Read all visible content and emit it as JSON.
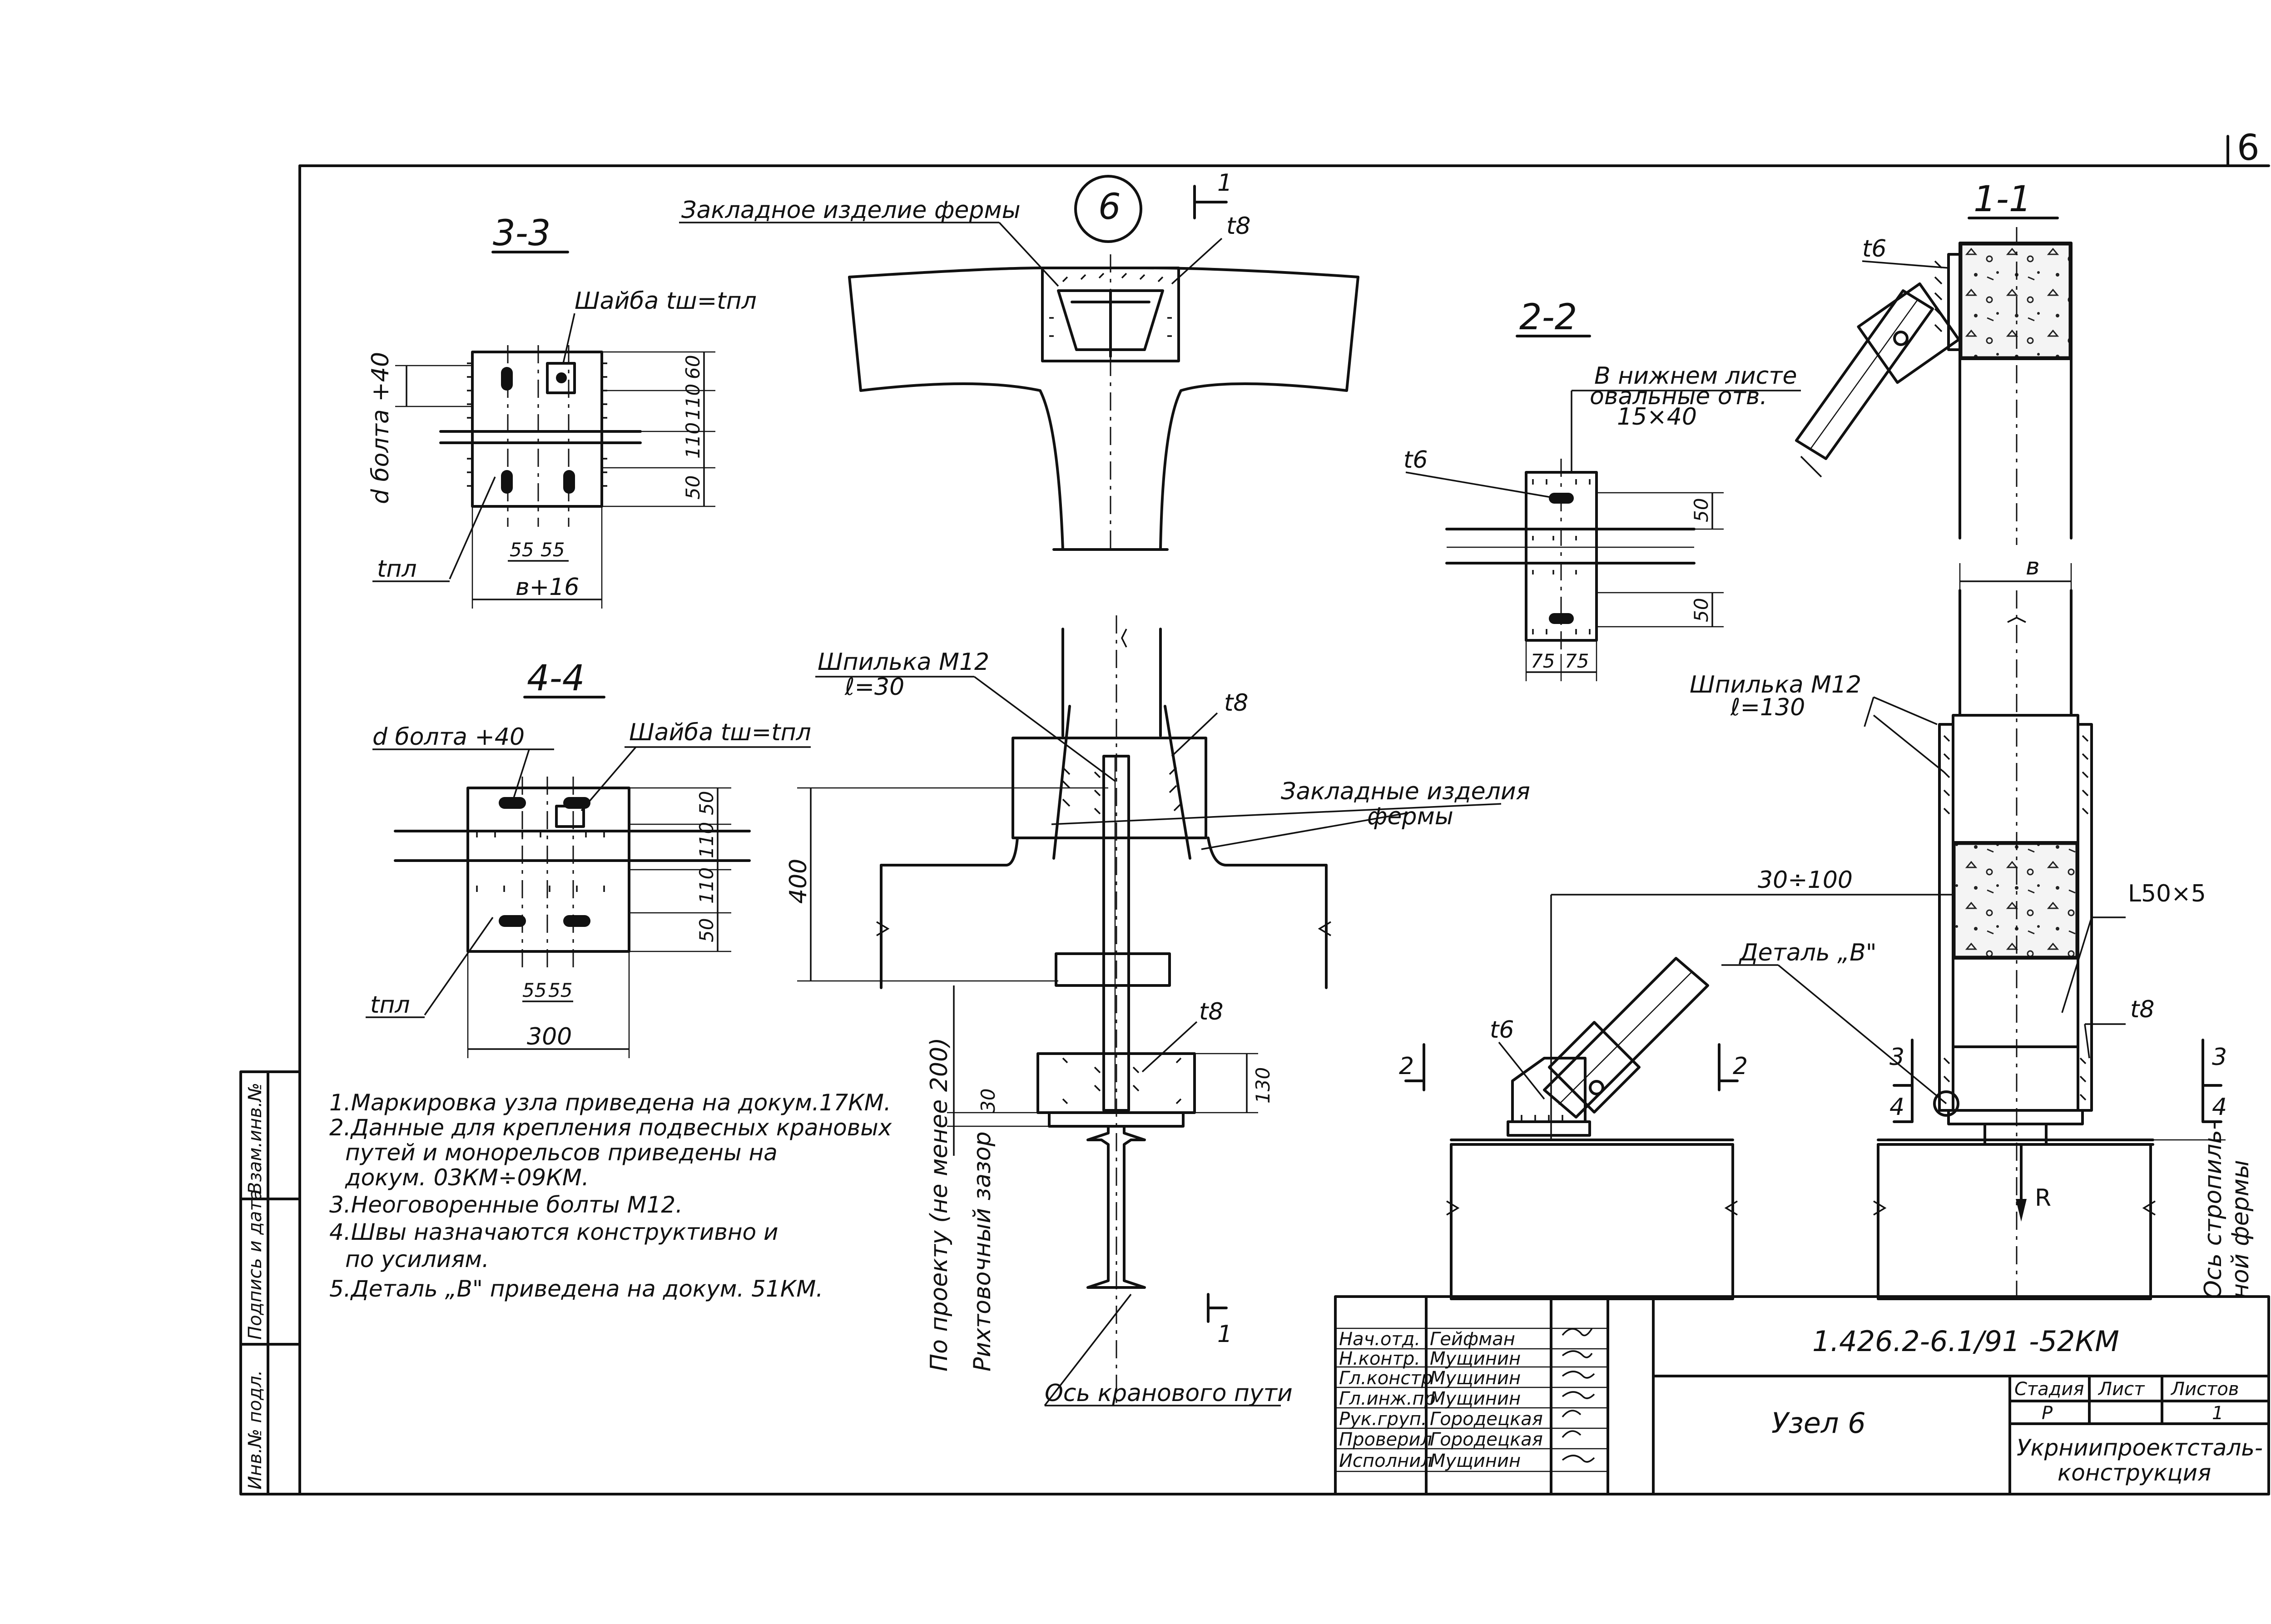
{
  "sheet": {
    "page_number": "6",
    "node_number": "6"
  },
  "sections": {
    "s33": "3-3",
    "s44": "4-4",
    "s22": "2-2",
    "s11": "1-1",
    "cut_mark": "1"
  },
  "labels": {
    "embedded_truss": "Закладное изделие фермы",
    "t8": "t8",
    "t6": "t6",
    "washer_33": "Шайба tш=tпл",
    "washer_44": "Шайба tш=tпл",
    "d_bolt": "d болта +40",
    "t_pl": "tпл",
    "b16": "в+16",
    "d300": "300",
    "lower_sheet_1": "В нижнем листе",
    "lower_sheet_2": "овальные отв.",
    "lower_sheet_3": "15×40",
    "stud_left_1": "Шпилька М12",
    "stud_left_2": "ℓ=30",
    "stud_right_1": "Шпилька М12",
    "stud_right_2": "ℓ=130",
    "embedded_items_1": "Закладные изделия",
    "embedded_items_2": "фермы",
    "d400": "400",
    "d30": "30",
    "d130": "130",
    "by_project": "По проекту (не менее 200)",
    "alignment_gap": "Рихтовочный зазор",
    "crane_axis": "Ось кранового пути",
    "detail_b": "Деталь „В\"",
    "angle": "L50×5",
    "d30100": "30÷100",
    "b": "в",
    "r": "R",
    "rafter_axis_1": "Ось стропиль-",
    "rafter_axis_2": "ной фермы",
    "m2": "2",
    "m3": "3",
    "m4": "4",
    "d55": "55",
    "d60": "60",
    "d110": "110",
    "d50": "50",
    "d75": "75"
  },
  "notes": [
    "1.Маркировка узла приведена на докум.17КМ.",
    "2.Данные для крепления подвесных крановых",
    "путей и монорельсов приведены на",
    "докум. 03КМ÷09КМ.",
    "3.Неоговоренные болты М12.",
    "4.Швы назначаются конструктивно и",
    "по усилиям.",
    "5.Деталь „В\" приведена на докум. 51КМ."
  ],
  "side_stamp": {
    "cells": [
      "Инв.№ подл.",
      "Подпись и дата",
      "Взам.инв.№"
    ]
  },
  "title_block": {
    "doc_code": "1.426.2-6.1/91 -52КМ",
    "title": "Узел 6",
    "stage_header": "Стадия",
    "sheet_header": "Лист",
    "sheets_header": "Листов",
    "stage": "Р",
    "sheet": "",
    "sheets": "1",
    "org_1": "Укрниипроектсталь-",
    "org_2": "конструкция",
    "signatures": [
      {
        "role": "Нач.отд.",
        "name": "Гейфман"
      },
      {
        "role": "Н.контр.",
        "name": "Мущинин"
      },
      {
        "role": "Гл.констр",
        "name": "Мущинин"
      },
      {
        "role": "Гл.инж.пр",
        "name": "Мущинин"
      },
      {
        "role": "Рук.груп.",
        "name": "Городецкая"
      },
      {
        "role": "Проверил",
        "name": "Городецкая"
      },
      {
        "role": "Исполнил",
        "name": "Мущинин"
      }
    ]
  }
}
